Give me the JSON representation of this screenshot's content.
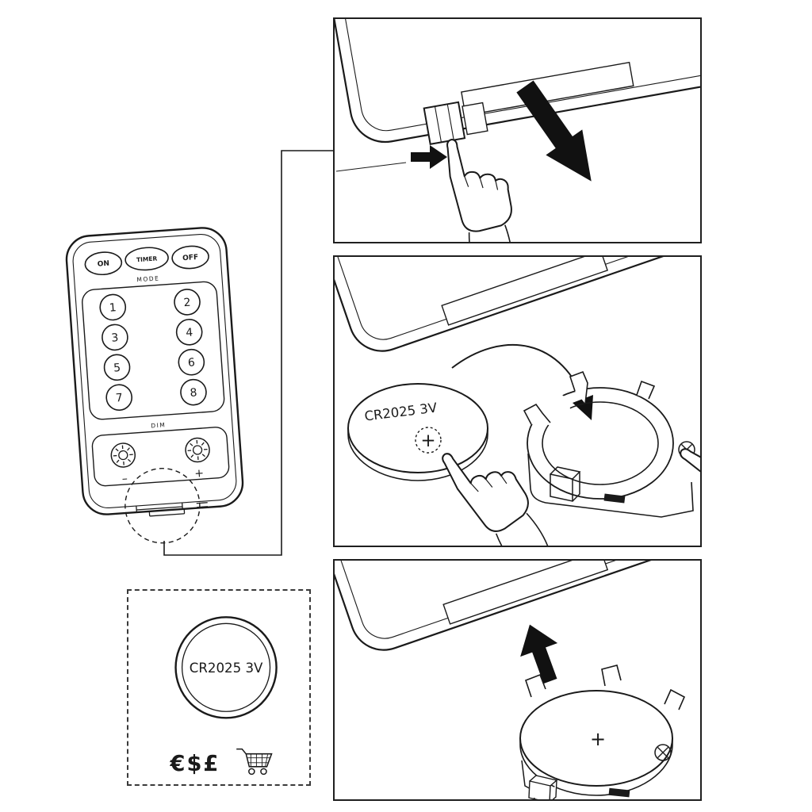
{
  "remote": {
    "power_buttons": [
      "ON",
      "TIMER",
      "OFF"
    ],
    "mode_label": "MODE",
    "number_buttons": [
      "1",
      "2",
      "3",
      "4",
      "5",
      "6",
      "7",
      "8"
    ],
    "dim_label": "DIM",
    "brightness_minus": "–",
    "brightness_plus": "+",
    "icons": {
      "brightness_left": "sun-brightness-icon",
      "brightness_right": "sun-brightness-icon",
      "battery_area": "dashed-callout-circle"
    }
  },
  "battery_box": {
    "battery_label": "CR2025 3V",
    "currency_text": "€$£",
    "cart_icon": "shopping-cart-icon"
  },
  "steps": [
    {
      "icons": [
        "pointing-hand-icon",
        "push-latch-arrow-icon",
        "pull-out-arrow-icon"
      ]
    },
    {
      "battery_label": "CR2025 3V",
      "polarity_label": "+",
      "icons": [
        "pointing-hand-icon",
        "curved-insert-arrow-icon",
        "screw-icon",
        "pressing-hand-icon"
      ]
    },
    {
      "polarity_label": "+",
      "icons": [
        "insert-up-arrow-icon",
        "screw-icon"
      ]
    }
  ]
}
